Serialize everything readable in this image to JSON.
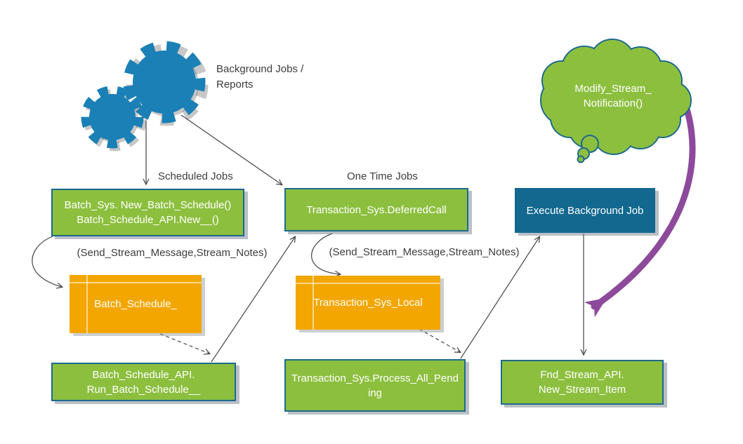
{
  "colors": {
    "green": "#8dbf3f",
    "teal": "#1b6a8d",
    "blue": "#12688f",
    "orange": "#f3a600",
    "purple": "#8d4a9b",
    "gearblue": "#1a80b6",
    "line": "#454545",
    "text": "#3d3d3d"
  },
  "captions": {
    "gears_line1": "Background Jobs /",
    "gears_line2": "Reports",
    "scheduled_jobs": "Scheduled Jobs",
    "one_time_jobs": "One Time Jobs",
    "stream_params_left": "(Send_Stream_Message,Stream_Notes)",
    "stream_params_middle": "(Send_Stream_Message,Stream_Notes)"
  },
  "nodes": {
    "batch_sys": {
      "line1": "Batch_Sys. New_Batch_Schedule()",
      "line2": "Batch_Schedule_API.New__()"
    },
    "deferred_call": {
      "label": "Transaction_Sys.DeferredCall"
    },
    "execute_job": {
      "label": "Execute Background Job"
    },
    "batch_schedule": {
      "label": "Batch_Schedule_"
    },
    "transaction_sys_local": {
      "label": "Transaction_Sys_Local"
    },
    "run_batch_schedule": {
      "line1": "Batch_Schedule_API.",
      "line2": "Run_Batch_Schedule__"
    },
    "process_all_pending": {
      "label": "Transaction_Sys.Process_All_Pending"
    },
    "new_stream_item": {
      "line1": "Fnd_Stream_API.",
      "line2": "New_Stream_Item"
    },
    "modify_stream_notification": {
      "line1": "Modify_Stream_",
      "line2": "Notification()"
    }
  }
}
